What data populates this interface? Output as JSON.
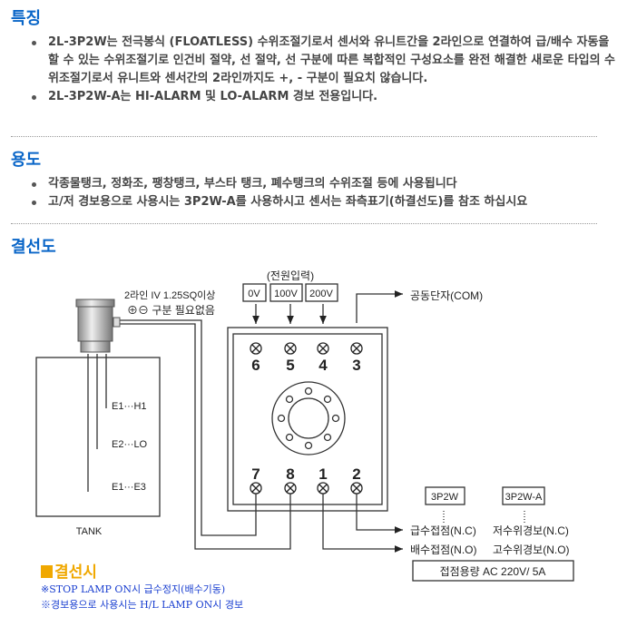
{
  "features": {
    "title": "특징",
    "items": [
      "2L-3P2W는 전극봉식 (FLOATLESS) 수위조절기로서 센서와 유니트간을 2라인으로 연결하여 급/배수 자동을 할 수 있는 수위조절기로 인건비 절약, 선 절약, 선 구분에 따른 복합적인 구성요소를 완전 해결한 새로운 타입의 수위조절기로서 유니트와 센서간의 2라인까지도 +, - 구분이 필요치 않습니다.",
      "2L-3P2W-A는 HI-ALARM 및 LO-ALARM 경보 전용입니다."
    ]
  },
  "usage": {
    "title": "용도",
    "items": [
      "각종물탱크, 정화조, 팽창탱크, 부스타 탱크, 폐수탱크의 수위조절 등에 사용됩니다",
      "고/저 경보용으로 사용시는 3P2W-A를 사용하시고 센서는 좌측표기(하결선도)를 참조 하십시요"
    ]
  },
  "wiring": {
    "title": "결선도",
    "power_input": "(전원입력)",
    "power": [
      "0V",
      "100V",
      "200V"
    ],
    "com": "공동단자(COM)",
    "cable_line1": "2라인 IV 1.25SQ이상",
    "cable_line2": "⊕⊖ 구분 필요없음",
    "top_terminals": [
      "6",
      "5",
      "4",
      "3"
    ],
    "bottom_terminals": [
      "7",
      "8",
      "1",
      "2"
    ],
    "electrodes": [
      "E1···H1",
      "E2···LO",
      "E1···E3"
    ],
    "tank": "TANK",
    "model1": "3P2W",
    "model2": "3P2W-A",
    "out_nc": "급수접점(N.C)",
    "out_no": "배수접점(N.O)",
    "alarm_nc": "저수위경보(N.C)",
    "alarm_no": "고수위경보(N.O)",
    "capacity": "접점용량 AC 220V/ 5A"
  },
  "wiring_note": {
    "title": "결선시",
    "lines": [
      "※STOP LAMP ON시 급수정지(배수기동)",
      "※경보용으로 사용시는 H/L LAMP ON시 경보"
    ]
  }
}
